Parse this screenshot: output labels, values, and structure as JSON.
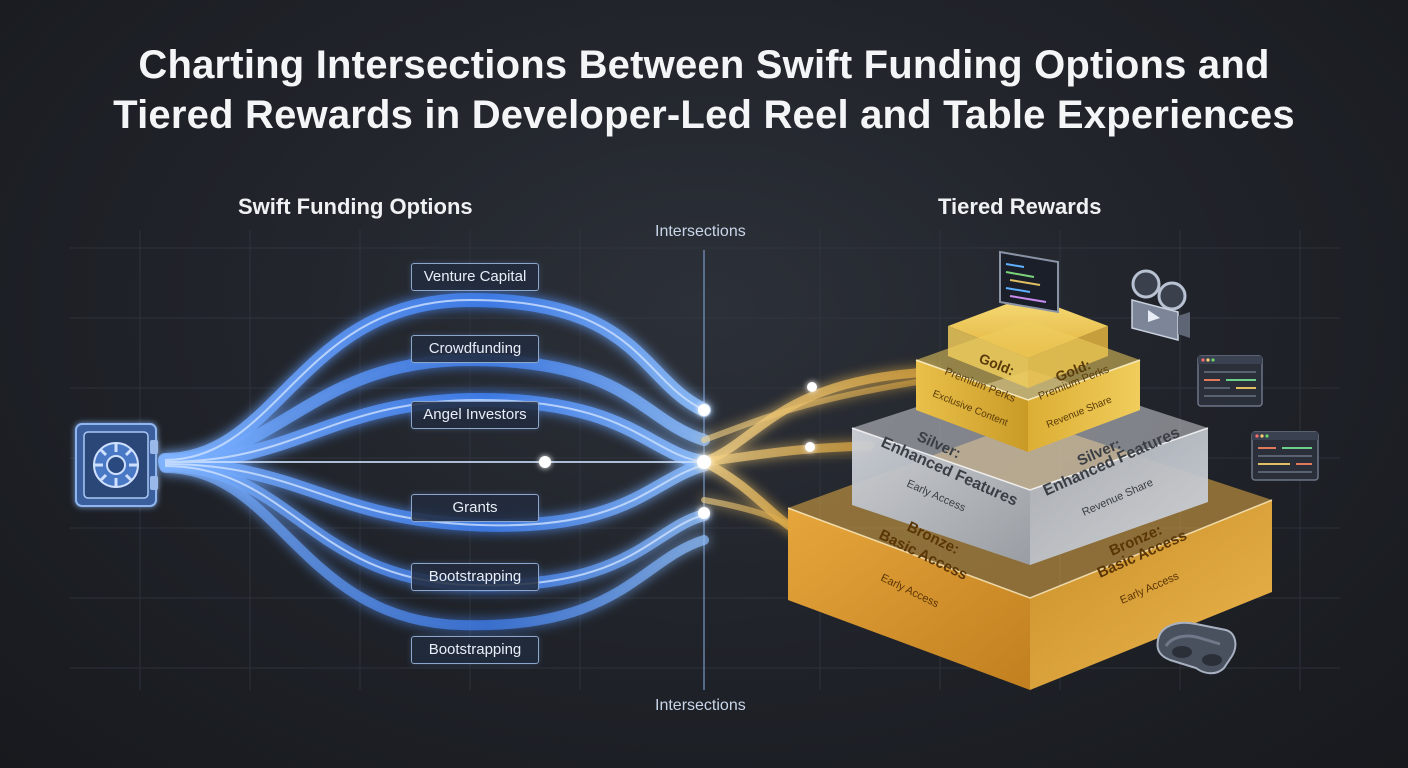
{
  "title": {
    "line1": "Charting Intersections Between Swift Funding Options and",
    "line2": "Tiered Rewards in Developer-Led Reel and Table Experiences"
  },
  "left_heading": "Swift Funding Options",
  "right_heading": "Tiered Rewards",
  "intersections_top": "Intersections",
  "intersections_bottom": "Intersections",
  "funding_options": [
    {
      "label": "Venture Capital"
    },
    {
      "label": "Crowdfunding"
    },
    {
      "label": "Angel Investors"
    },
    {
      "label": "Grants"
    },
    {
      "label": "Bootstrapping"
    },
    {
      "label": "Bootstrapping"
    }
  ],
  "tiers": {
    "gold": {
      "left_title": "Gold:",
      "left_sub": "Premium Perks",
      "left_note": "Exclusive Content",
      "right_title": "Gold:",
      "right_sub": "Premium Perks",
      "right_note": "Revenue Share"
    },
    "silver": {
      "left_title": "Silver:",
      "left_sub": "Enhanced Features",
      "left_note": "Early Access",
      "right_title": "Silver:",
      "right_sub": "Enhanced Features",
      "right_note": "Revenue Share"
    },
    "bronze": {
      "left_title": "Bronze:",
      "left_sub": "Basic Access",
      "left_note": "Early Access",
      "right_title": "Bronze:",
      "right_sub": "Basic Access",
      "right_note": "Early Access"
    }
  },
  "icons": [
    "vault-icon",
    "code-monitor-icon",
    "video-camera-icon",
    "spreadsheet-icon",
    "vr-headset-icon"
  ],
  "colors": {
    "flow_blue": "#4a8dff",
    "flow_gold": "#e8b64a",
    "gold_tier": "#e9c24a",
    "silver_tier": "#b9bec6",
    "bronze_tier": "#d99a2e",
    "background": "#1f2228"
  }
}
